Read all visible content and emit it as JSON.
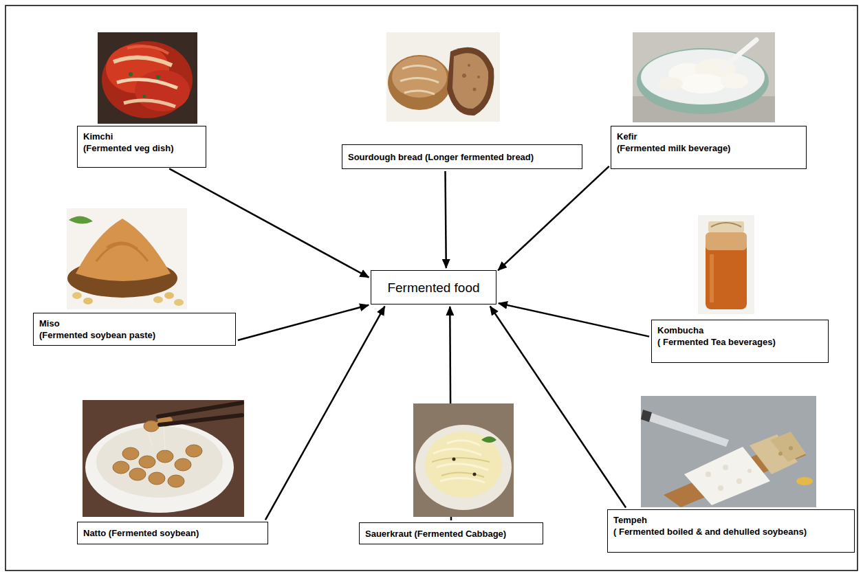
{
  "diagram": {
    "nodes": [
      {
        "text": [
          "Kimchi",
          "(Fermented veg dish)"
        ]
      },
      {
        "text": [
          "Sourdough bread (Longer fermented bread)"
        ]
      },
      {
        "text": [
          "Kefir",
          "(Fermented milk beverage)"
        ]
      },
      {
        "text": [
          "Miso",
          "(Fermented soybean paste)"
        ]
      },
      {
        "text": [
          "Fermented food"
        ]
      },
      {
        "text": [
          "Kombucha",
          "( Fermented Tea beverages)"
        ]
      },
      {
        "text": [
          "Natto (Fermented soybean)"
        ]
      },
      {
        "text": [
          "Sauerkraut (Fermented Cabbage)"
        ]
      },
      {
        "text": [
          "Tempeh",
          "( Fermented boiled & and dehulled soybeans)"
        ]
      }
    ],
    "edges": [
      {
        "from": 0,
        "to": 4,
        "arrow": "to"
      },
      {
        "from": 1,
        "to": 4,
        "arrow": "to"
      },
      {
        "from": 2,
        "to": 4,
        "arrow": "to"
      },
      {
        "from": 3,
        "to": 4,
        "arrow": "to"
      },
      {
        "from": 5,
        "to": 4,
        "arrow": "to"
      },
      {
        "from": 6,
        "to": 4,
        "arrow": "to"
      },
      {
        "from": 7,
        "to": 4,
        "arrow": "to"
      },
      {
        "from": 8,
        "to": 4,
        "arrow": "to"
      }
    ]
  }
}
